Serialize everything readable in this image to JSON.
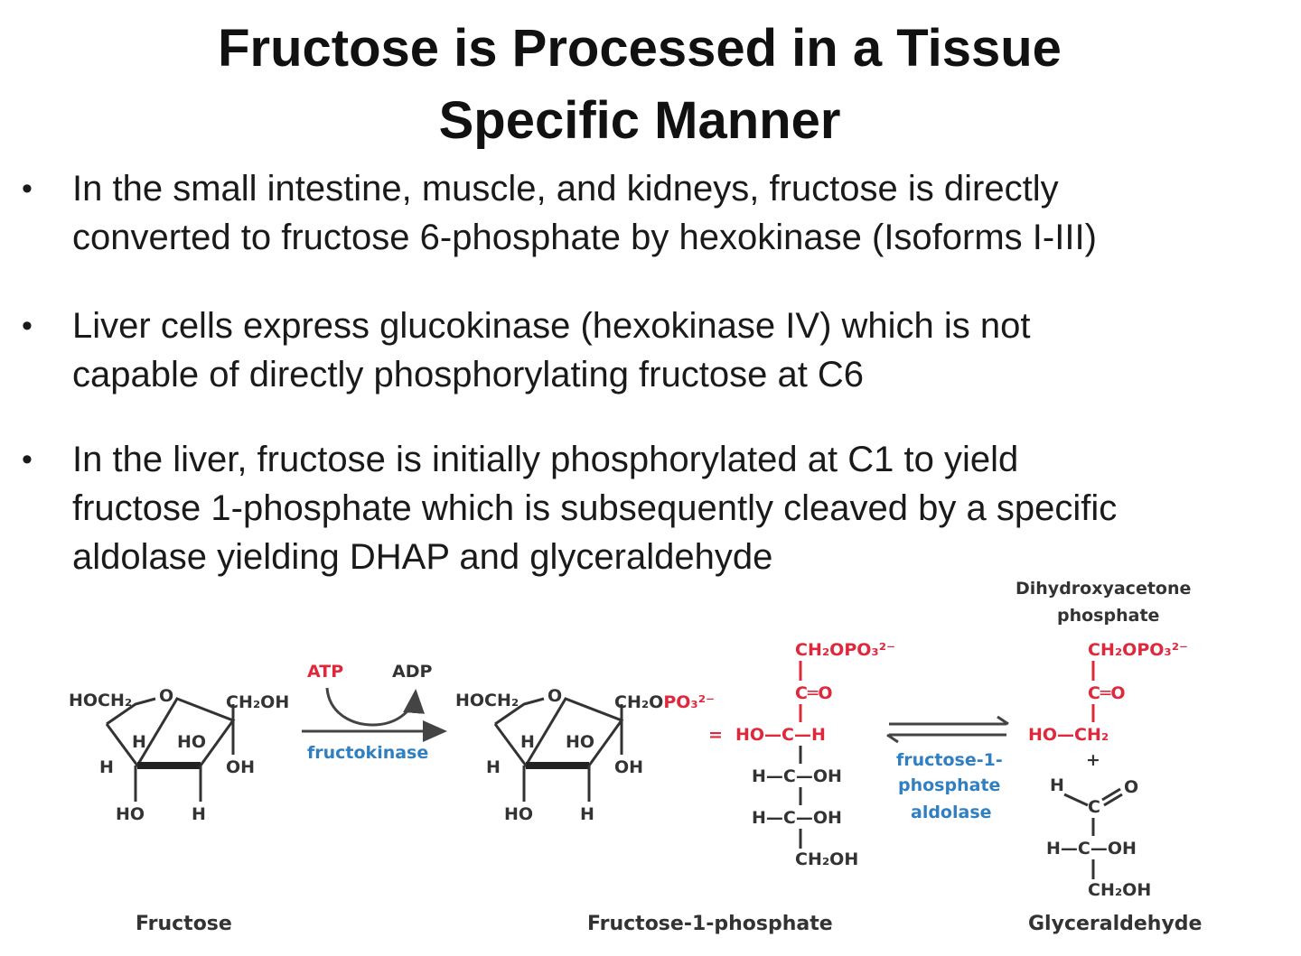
{
  "title_line1": "Fructose is Processed in a Tissue",
  "title_line2": "Specific Manner",
  "bullets": [
    {
      "line1": "In the small intestine, muscle, and kidneys, fructose is directly",
      "line2": "converted to fructose 6-phosphate by hexokinase (Isoforms I-III)"
    },
    {
      "line1": "Liver cells express glucokinase (hexokinase IV) which is not",
      "line2": "capable of directly phosphorylating fructose at C6"
    },
    {
      "line1": "In the liver, fructose is initially phosphorylated at C1 to yield",
      "line2": "fructose 1-phosphate which is subsequently cleaved by a specific",
      "line3": "aldolase yielding DHAP and glyceraldehyde"
    }
  ],
  "bullet_symbol": "•",
  "diagram": {
    "fructose": {
      "hoch2": "HOCH₂",
      "o": "O",
      "ch2oh": "CH₂OH",
      "h_ring": "H",
      "ho_ring": "HO",
      "h_left": "H",
      "oh_right": "OH",
      "ho_bottom": "HO",
      "h_bottom": "H",
      "label": "Fructose"
    },
    "fructokinase": {
      "atp": "ATP",
      "adp": "ADP",
      "enzyme": "fructokinase"
    },
    "f1p": {
      "hoch2": "HOCH₂",
      "o": "O",
      "ch2opo3": "CH₂OPO₃²⁻",
      "h_ring": "H",
      "ho_ring": "HO",
      "h_left": "H",
      "oh_right": "OH",
      "ho_bottom": "HO",
      "h_bottom": "H",
      "label": "Fructose-1-phosphate"
    },
    "open_chain": {
      "ch2opo3": "CH₂OPO₃²⁻",
      "co": "C═O",
      "equals": "=",
      "ho_c_h": "HO—C—H",
      "h_c_oh_1": "H—C—OH",
      "h_c_oh_2": "H—C—OH",
      "ch2oh": "CH₂OH"
    },
    "aldolase": {
      "line1": "fructose-1-",
      "line2": "phosphate",
      "line3": "aldolase"
    },
    "dhap": {
      "label_line1": "Dihydroxyacetone",
      "label_line2": "phosphate",
      "ch2opo3": "CH₂OPO₃²⁻",
      "co": "C═O",
      "ho_ch2": "HO—CH₂"
    },
    "plus": "+",
    "glyceraldehyde": {
      "h": "H",
      "c": "C",
      "o": "O",
      "h_c_oh": "H—C—OH",
      "ch2oh": "CH₂OH",
      "label": "Glyceraldehyde"
    }
  }
}
